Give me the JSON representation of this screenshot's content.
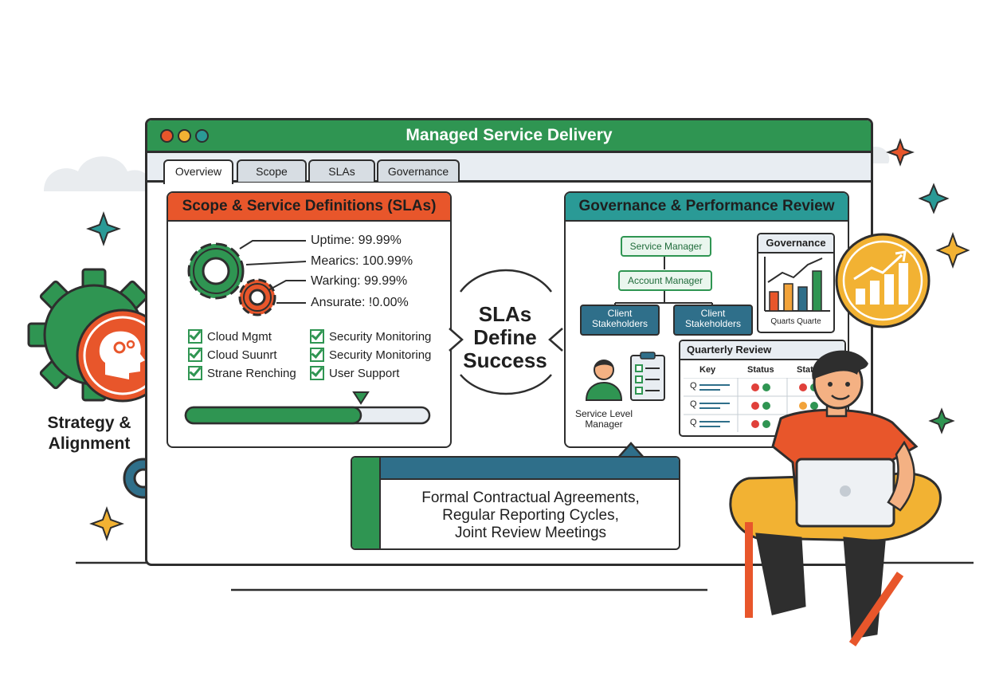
{
  "window": {
    "title": "Managed Service Delivery",
    "tabs": [
      "Overview",
      "Scope",
      "SLAs",
      "Governance"
    ],
    "active_tab": "Overview"
  },
  "scope_panel": {
    "title": "Scope & Service Definitions (SLAs)",
    "metrics": [
      "Uptime: 99.99%",
      "Mearics: 100.99%",
      "Warking: 99.99%",
      "Ansurate: !0.00%"
    ],
    "checklist_left": [
      "Cloud Mgmt",
      "Cloud Suunrt",
      "Strane Renching"
    ],
    "checklist_right": [
      "Security Monitoring",
      "Security Monitoring",
      "User Support"
    ],
    "progress": 0.72
  },
  "center_label": {
    "line1": "SLAs",
    "line2": "Define",
    "line3": "Success"
  },
  "governance_panel": {
    "title": "Governance & Performance Review",
    "org": {
      "top": "Service Manager",
      "middle": "Account Manager",
      "left_line1": "Client",
      "left_line2": "Stakeholders",
      "right_line1": "Client",
      "right_line2": "Stakeholders"
    },
    "gov_chart": {
      "title": "Governance",
      "labels": "Quarts Quarte",
      "bar_colors": [
        "#e8562b",
        "#f2a33a",
        "#2f6f8a",
        "#2f9552"
      ]
    },
    "role_label_line1": "Service Level",
    "role_label_line2": "Manager",
    "review": {
      "title": "Quarterly Review",
      "columns": [
        "Key",
        "Status",
        "Statu"
      ],
      "row_keys": [
        "Q",
        "Q",
        "Q"
      ]
    }
  },
  "callout": {
    "line1": "Formal Contractual Agreements,",
    "line2": "Regular Reporting Cycles,",
    "line3": "Joint Review Meetings"
  },
  "side_label": {
    "line1": "Strategy &",
    "line2": "Alignment"
  },
  "colors": {
    "green": "#2f9552",
    "orange": "#e8562b",
    "teal": "#2a9a96",
    "navy": "#2f6f8a",
    "gold": "#f2b233",
    "outline": "#2e2e2e"
  },
  "icons": [
    "gear-icon",
    "head-gears-icon",
    "growth-chart-icon",
    "checklist-icon",
    "person-icon",
    "laptop-icon",
    "sparkle-icon",
    "cloud-icon",
    "globe-icon"
  ]
}
